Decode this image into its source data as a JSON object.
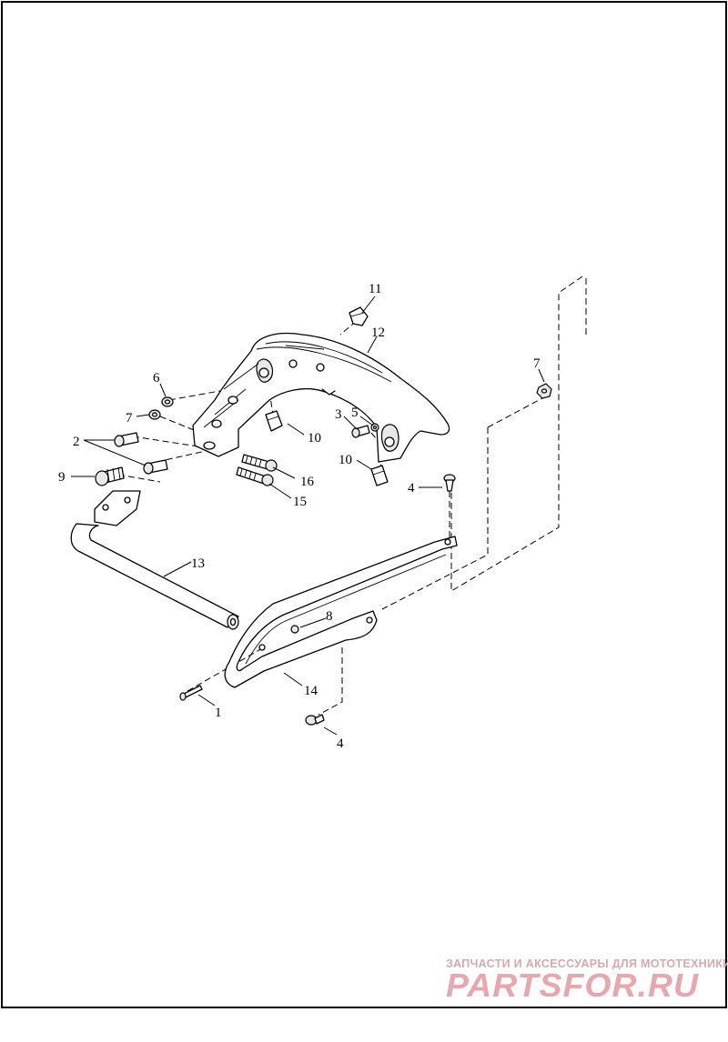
{
  "callouts": {
    "c1": "1",
    "c2": "2",
    "c3": "3",
    "c4a": "4",
    "c4b": "4",
    "c5": "5",
    "c6": "6",
    "c7a": "7",
    "c7b": "7",
    "c8": "8",
    "c9": "9",
    "c10a": "10",
    "c10b": "10",
    "c11": "11",
    "c12": "12",
    "c13": "13",
    "c14": "14",
    "c15": "15",
    "c16": "16"
  },
  "watermark": {
    "caption": "ЗАПЧАСТИ И АКСЕССУАРЫ ДЛЯ МОТОТЕХНИКИ",
    "logo": "PARTSFOR.RU"
  },
  "colors": {
    "line": "#000000",
    "watermark": "#e8a7ad"
  }
}
